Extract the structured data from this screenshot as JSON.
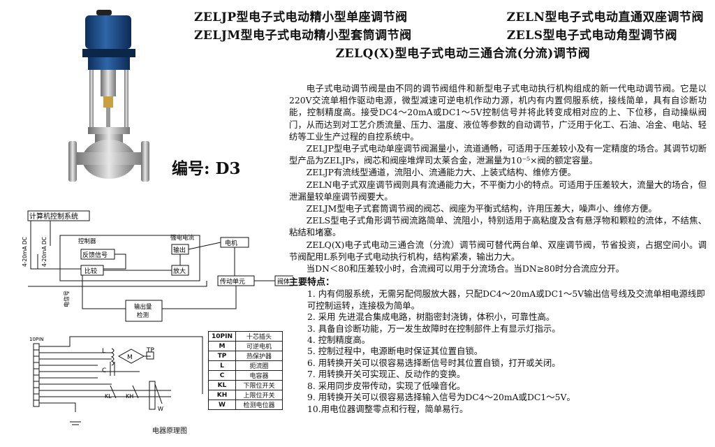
{
  "titles": {
    "line1_left": "ZELJP型电子式电动精小型单座调节阀",
    "line1_right": "ZELN型电子式电动直通双座调节阀",
    "line2_left": "ZELJM型电子式电动精小型套筒调节阀",
    "line2_right": "ZELS型电子式电动角型调节阀",
    "line3": "ZELQ(X)型电子式电动三通合流(分流)调节阀"
  },
  "code_label": "编号: D3",
  "paragraphs": [
    "电子式电动调节阀是由不同的调节阀组件和新型电子式电动执行机构组成的新一代电动调节阀。它是以220V交流单相作驱动电源，微型减速可逆电机作动力源，机内有内置伺服系统，接线简单，具有自诊断功能，控制精度高。接受DC4～20mA或DC1～5V控制信号并将此转变成相对应的上、下位移，自动操纵阀门，从而达到对工艺介质流量、压力、温度、液位等参数的自动调节，广泛用于化工、石油、冶金、电站、轻纺等工业生产过程的自控系统中。",
    "ZELJP型电子式电动单座调节阀漏量小，流道通畅，可适用于压差较小及有一定精度的场合。其调节切断型产品为ZELJPs，阀芯和阀座堆焊司太莱合金，泄漏量为10⁻⁵×阀的额定容量。",
    "ZELJP有流线型通道，流阻小、流通能力大、上装式结构、维修方便。",
    "ZELN电子式双座调节阀则具有流通能力大，不平衡力小的特点。可适用于压差较大，流量大的场合，但泄漏量较单座调节阀要大。",
    "ZELJM型电子式套筒调节阀的阀芯、阀座为平衡式结构，许用压差大，噪声小、维修方便。",
    "ZELS型电子式角形调节阀流路简单、流阻小，特别适用于高粘度及含有悬浮物和颗粒的流体，不结焦、粘结和堵塞。",
    "ZELQ(X)电子式电动三通合流（分流）调节阀可替代两台单、双座调节阀，节省投资，占据空间小。调节阀配用L系列电子式电动执行机构，结构紧凑，输出力大。",
    "当DN＜80和压差较小时，合流阀可以用于分流场合。当DN≥80时分合流应分开。"
  ],
  "features_heading": "主要特点：",
  "features": [
    "1. 内有伺服系统，无需另配伺服放大器，只配DC4～20mA或DC1～5V输出信号线及交流单相电源线即可控制运转，连接极为简单。",
    "2. 采用  先进混合集成电路，树脂密封浇铸，体积小，可靠性高。",
    "3. 具备自诊断功能，万一发生故障时在控制部件上有显示灯指示。",
    "4. 控制精度高。",
    "5. 控制过程中，电源断电时保证其位置自锁。",
    "6. 用转换开关可以很容易选择断信号时其位置自锁，打开或关闭。",
    "7. 用转换开关可实现正、反动作的变换。",
    "8. 采用同步皮带传动，实现了低噪音化。",
    "9. 用转换开关可以很容易选择输入信号为DC4～20mA或DC1～5V。",
    "10.用电位器调整零点和行程，简单易行。"
  ],
  "diagram": {
    "computer": "计算机控制系统",
    "controller": "控制器",
    "feedback": "反馈信号",
    "compare": "比较",
    "strong_current": "强电电流",
    "output": "输出",
    "amplify": "放大",
    "motor": "电机",
    "transmission": "传动单元",
    "valve_body": "阀体",
    "output_detect_1": "输出量",
    "output_detect_2": "检测",
    "signal_left": "4-20mA DC",
    "signal_right": "4-20mA DC",
    "electric_signal": "电信号"
  },
  "wiring": {
    "pin_label": "10PIN",
    "L": "L",
    "C": "C",
    "M": "M",
    "TP": "TP",
    "KL": "KL",
    "KH": "KH",
    "W": "W"
  },
  "pin_table": [
    [
      "10PIN",
      "十芯插头"
    ],
    [
      "M",
      "可逆电机"
    ],
    [
      "TP",
      "热保护器"
    ],
    [
      "L",
      "扼流圈"
    ],
    [
      "C",
      "电容器"
    ],
    [
      "KL",
      "下限位开关"
    ],
    [
      "KH",
      "上限位开关"
    ],
    [
      "W",
      "检测电位器"
    ]
  ],
  "caption": "电器原理图"
}
